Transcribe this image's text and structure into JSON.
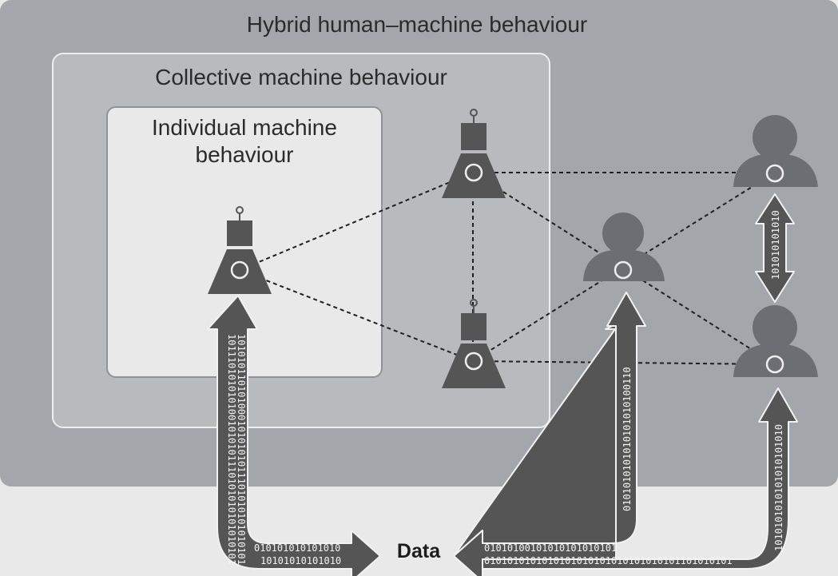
{
  "titles": {
    "hybrid": "Hybrid human–machine behaviour",
    "collective": "Collective machine behaviour",
    "individual_line1": "Individual machine",
    "individual_line2": "behaviour"
  },
  "data_label": "Data",
  "binary_streams": {
    "left_vertical_a": "1011101010101001010101110101010101010101",
    "left_vertical_b": "1010101101010001010101011101010101010101",
    "left_bottom_a": "010101010101010",
    "left_bottom_b": "10101010101010",
    "middle_vertical": "0101010101010101010100110",
    "right_human_link": "101010101010",
    "right_vertical": "1010101010101010101010",
    "bottom_right_a": "01010100101010101010101",
    "bottom_right_b": "0101010101010101010101010101010101101010101"
  },
  "colors": {
    "outer_panel": "#a3a6aa",
    "collective_panel": "#b8babd",
    "individual_panel": "#e9e9e9",
    "robot": "#555555",
    "human": "#6b6e72",
    "arrow_fill": "#555555",
    "arrow_stroke": "#f2f2f2"
  },
  "icons": {
    "robot": "robot-icon",
    "human": "person-icon",
    "arrow": "data-arrow"
  }
}
